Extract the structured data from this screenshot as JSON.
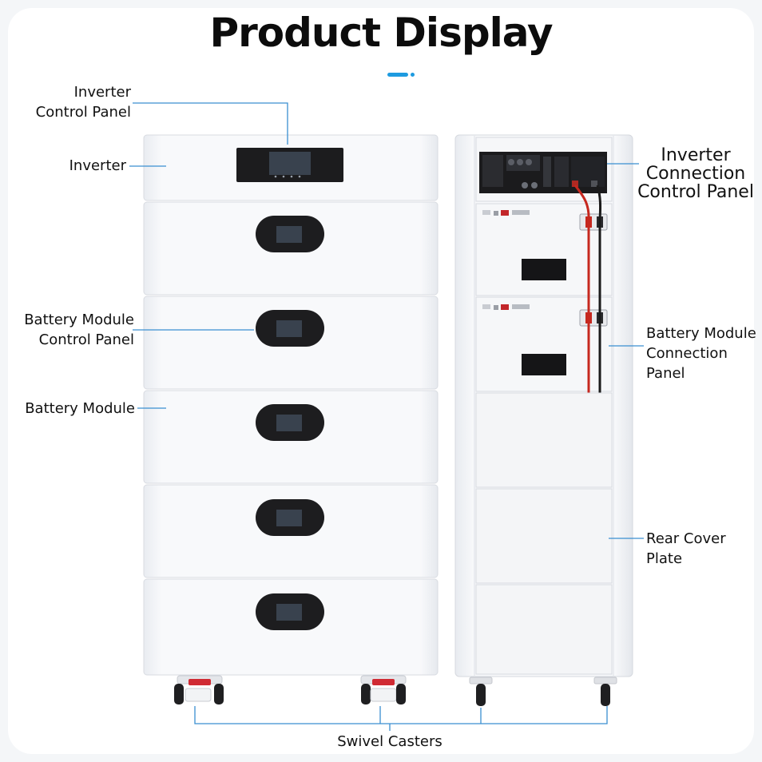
{
  "title": "Product Display",
  "colors": {
    "accent": "#1e9be0",
    "leader_line": "#3a8fd1",
    "cabinet": "#f5f6f9",
    "cabinet_shade": "#dfe2e8",
    "panel_dark": "#1d1d1f",
    "screen": "#3a4350",
    "cable_red": "#c6281f",
    "cable_black": "#1b1b1b"
  },
  "labels": {
    "inverter_control_panel": "Inverter\nControl Panel",
    "inverter": "Inverter",
    "battery_module_control_panel": "Battery Module\nControl Panel",
    "battery_module": "Battery Module",
    "inverter_connection_control_panel": "Inverter\nConnection\nControl Panel",
    "battery_module_connection_panel": "Battery Module\nConnection\nPanel",
    "rear_cover_plate": "Rear Cover Plate",
    "swivel_casters": "Swivel Casters"
  }
}
